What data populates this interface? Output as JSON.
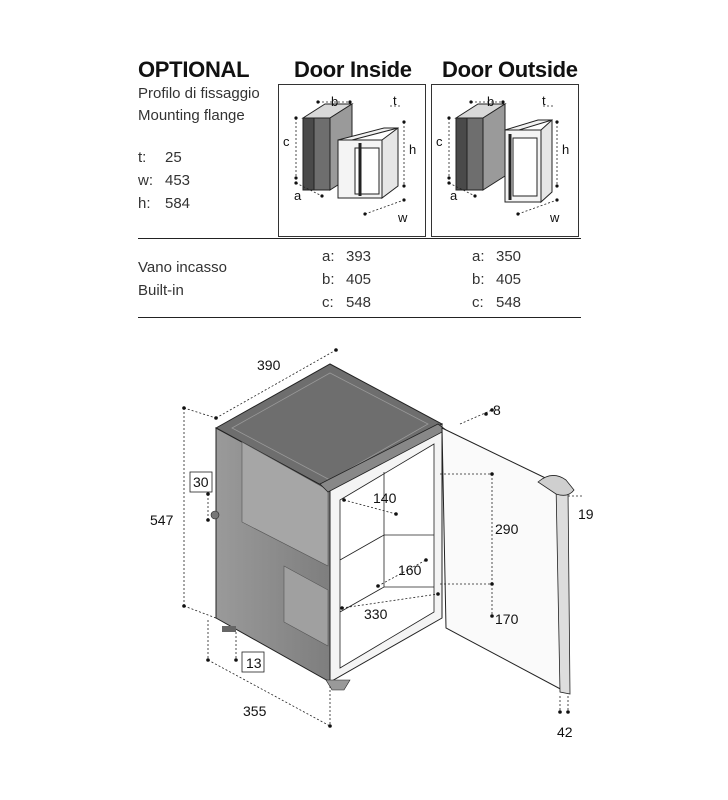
{
  "header": {
    "optional": "OPTIONAL",
    "door_inside": "Door Inside",
    "door_outside": "Door Outside"
  },
  "flange": {
    "line1": "Profilo di fissaggio",
    "line2": "Mounting flange",
    "rows": [
      {
        "key": "t:",
        "value": "25"
      },
      {
        "key": "w:",
        "value": "453"
      },
      {
        "key": "h:",
        "value": "584"
      }
    ]
  },
  "thumb_labels": {
    "a": "a",
    "b": "b",
    "c": "c",
    "t": "t",
    "h": "h",
    "w": "w"
  },
  "builtin": {
    "line1": "Vano incasso",
    "line2": "Built-in",
    "door_inside": [
      {
        "key": "a:",
        "value": "393"
      },
      {
        "key": "b:",
        "value": "405"
      },
      {
        "key": "c:",
        "value": "548"
      }
    ],
    "door_outside": [
      {
        "key": "a:",
        "value": "350"
      },
      {
        "key": "b:",
        "value": "405"
      },
      {
        "key": "c:",
        "value": "548"
      }
    ]
  },
  "main_dims": {
    "d390": "390",
    "d8": "8",
    "d30": "30",
    "d547": "547",
    "d140": "140",
    "d290": "290",
    "d160": "160",
    "d330": "330",
    "d170": "170",
    "d19": "19",
    "d13": "13",
    "d355": "355",
    "d42": "42"
  },
  "colors": {
    "cabinet": "#8e8e8e",
    "cabinet_dark": "#5a5a5a",
    "line": "#222222"
  }
}
